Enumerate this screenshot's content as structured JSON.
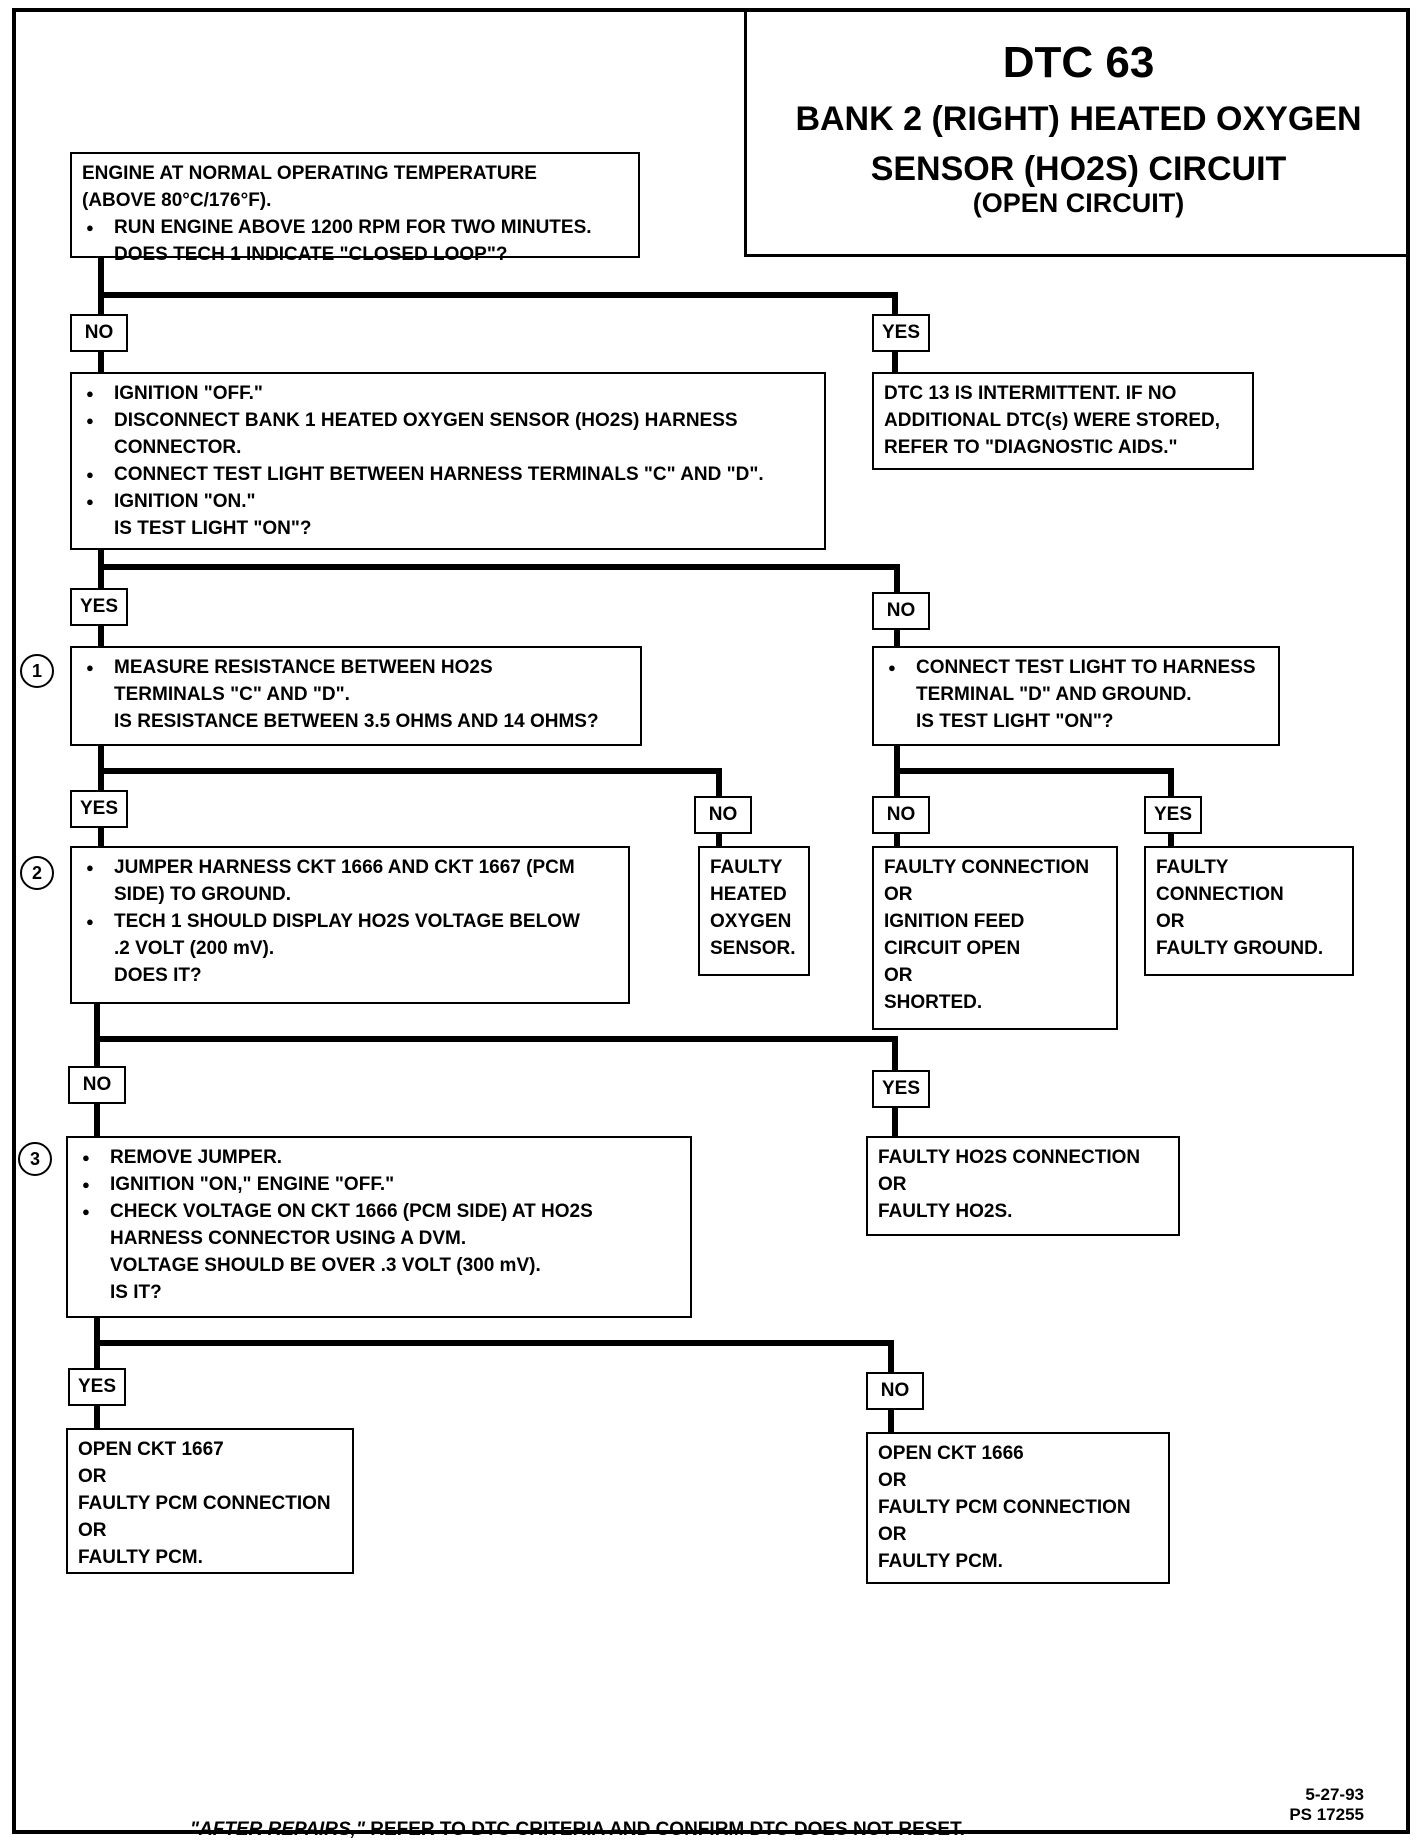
{
  "title": {
    "code": "DTC 63",
    "line1": "BANK 2 (RIGHT) HEATED OXYGEN",
    "line2": "SENSOR (HO2S) CIRCUIT",
    "line3": "(OPEN CIRCUIT)"
  },
  "boxes": {
    "start": {
      "l1": "ENGINE AT NORMAL OPERATING TEMPERATURE",
      "l2": "(ABOVE 80°C/176°F).",
      "l3": "RUN ENGINE ABOVE 1200 RPM FOR TWO MINUTES.",
      "l4": "DOES TECH 1 INDICATE \"CLOSED LOOP\"?"
    },
    "ignition_test": {
      "l1": "IGNITION \"OFF.\"",
      "l2": "DISCONNECT BANK 1 HEATED OXYGEN SENSOR (HO2S) HARNESS",
      "l3": "CONNECTOR.",
      "l4": "CONNECT TEST LIGHT BETWEEN HARNESS TERMINALS \"C\" AND \"D\".",
      "l5": "IGNITION \"ON.\"",
      "l6": "IS TEST LIGHT \"ON\"?"
    },
    "intermittent": {
      "l1": "DTC 13 IS INTERMITTENT. IF NO",
      "l2": "ADDITIONAL DTC(s) WERE STORED,",
      "l3": "REFER TO \"DIAGNOSTIC AIDS.\""
    },
    "measure": {
      "l1": "MEASURE RESISTANCE BETWEEN HO2S",
      "l2": "TERMINALS \"C\" AND \"D\".",
      "l3": "IS RESISTANCE BETWEEN 3.5 OHMS AND 14 OHMS?"
    },
    "connect_ground": {
      "l1": "CONNECT TEST LIGHT TO HARNESS",
      "l2": "TERMINAL \"D\" AND GROUND.",
      "l3": "IS TEST LIGHT \"ON\"?"
    },
    "jumper": {
      "l1": "JUMPER HARNESS CKT 1666 AND CKT 1667 (PCM",
      "l2": "SIDE) TO GROUND.",
      "l3": "TECH 1 SHOULD DISPLAY HO2S VOLTAGE BELOW",
      "l4": ".2 VOLT (200 mV).",
      "l5": "DOES IT?"
    },
    "faulty_sensor": {
      "l1": "FAULTY",
      "l2": "HEATED",
      "l3": "OXYGEN",
      "l4": "SENSOR."
    },
    "faulty_conn_feed": {
      "l1": "FAULTY CONNECTION",
      "l2": "OR",
      "l3": "IGNITION FEED",
      "l4": "CIRCUIT OPEN",
      "l5": "OR",
      "l6": "SHORTED."
    },
    "faulty_conn_ground": {
      "l1": "FAULTY",
      "l2": "CONNECTION",
      "l3": "OR",
      "l4": "FAULTY GROUND."
    },
    "remove_jumper": {
      "l1": "REMOVE JUMPER.",
      "l2": "IGNITION \"ON,\" ENGINE \"OFF.\"",
      "l3": "CHECK VOLTAGE ON CKT 1666 (PCM SIDE) AT HO2S",
      "l4": "HARNESS CONNECTOR USING A DVM.",
      "l5": "VOLTAGE SHOULD BE OVER .3 VOLT (300 mV).",
      "l6": "IS IT?"
    },
    "faulty_ho2s": {
      "l1": "FAULTY HO2S CONNECTION",
      "l2": "OR",
      "l3": "FAULTY HO2S."
    },
    "open_1667": {
      "l1": "OPEN CKT 1667",
      "l2": "OR",
      "l3": "FAULTY PCM CONNECTION",
      "l4": "OR",
      "l5": "FAULTY PCM."
    },
    "open_1666": {
      "l1": "OPEN CKT 1666",
      "l2": "OR",
      "l3": "FAULTY PCM CONNECTION",
      "l4": "OR",
      "l5": "FAULTY PCM."
    }
  },
  "labels": {
    "yes": "YES",
    "no": "NO"
  },
  "steps": {
    "s1": "1",
    "s2": "2",
    "s3": "3"
  },
  "footer": {
    "italic": "\"AFTER REPAIRS,\"",
    "rest": " REFER TO DTC CRITERIA  AND CONFIRM DTC DOES NOT RESET."
  },
  "stamp": {
    "date": "5-27-93",
    "ref": "PS 17255"
  }
}
